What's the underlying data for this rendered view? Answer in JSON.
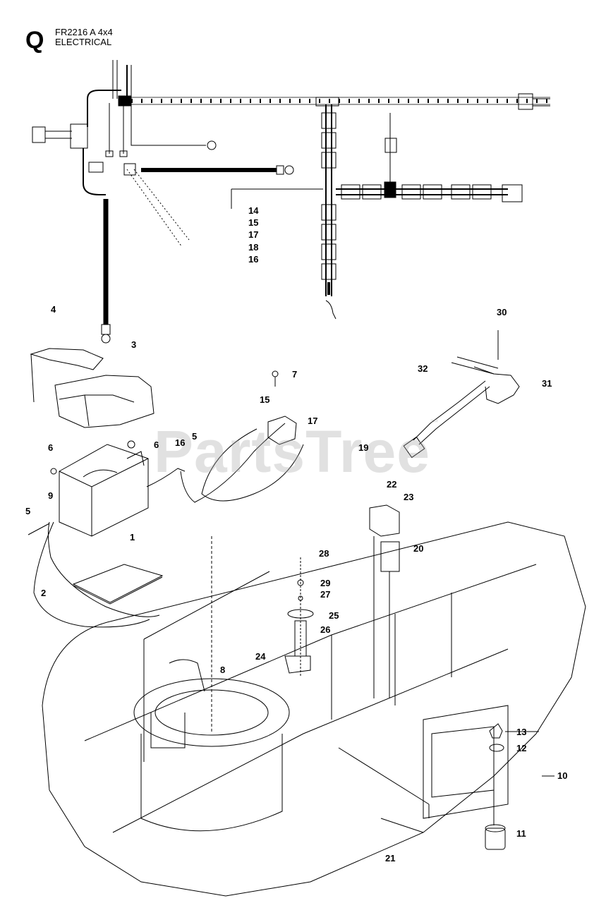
{
  "header": {
    "section_letter": "Q",
    "model": "FR2216 A 4x4",
    "section": "ELECTRICAL"
  },
  "watermark": {
    "text": "PartsTree",
    "mark": "™"
  },
  "callouts": {
    "c14": "14",
    "c15a": "15",
    "c17a": "17",
    "c18": "18",
    "c16a": "16",
    "c4": "4",
    "c3": "3",
    "c30": "30",
    "c32": "32",
    "c31": "31",
    "c7": "7",
    "c15b": "15",
    "c17b": "17",
    "c5a": "5",
    "c6a": "6",
    "c6b": "6",
    "c16b": "16",
    "c19": "19",
    "c9": "9",
    "c22": "22",
    "c23": "23",
    "c5b": "5",
    "c1": "1",
    "c20": "20",
    "c28": "28",
    "c29": "29",
    "c27": "27",
    "c2": "2",
    "c25": "25",
    "c26": "26",
    "c24": "24",
    "c8": "8",
    "c13": "13",
    "c12": "12",
    "c10": "10",
    "c11": "11",
    "c21": "21"
  },
  "colors": {
    "line": "#000000",
    "watermark": "#aaaaaa"
  }
}
